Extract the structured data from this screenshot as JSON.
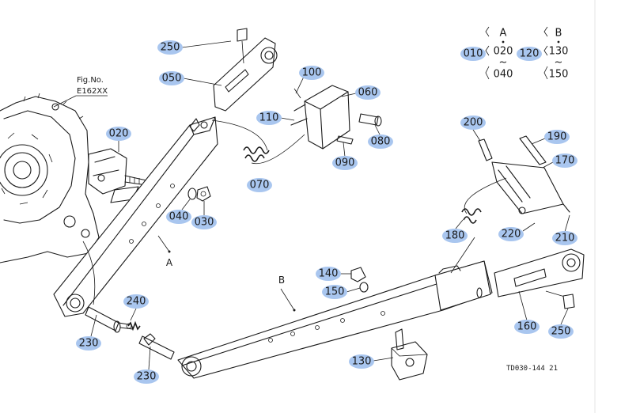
{
  "figure_ref": {
    "line1": "Fig.No.",
    "line2": "E162XX"
  },
  "drawing_code": "TD030-144 21",
  "assembly_labels": {
    "a": "A",
    "b": "B"
  },
  "callout_color": "#a9c6ef",
  "callouts": [
    {
      "id": "250a",
      "text": "250"
    },
    {
      "id": "050",
      "text": "050"
    },
    {
      "id": "100",
      "text": "100"
    },
    {
      "id": "060",
      "text": "060"
    },
    {
      "id": "110",
      "text": "110"
    },
    {
      "id": "020",
      "text": "020"
    },
    {
      "id": "080",
      "text": "080"
    },
    {
      "id": "070",
      "text": "070"
    },
    {
      "id": "090",
      "text": "090"
    },
    {
      "id": "040",
      "text": "040"
    },
    {
      "id": "030",
      "text": "030"
    },
    {
      "id": "010",
      "text": "010"
    },
    {
      "id": "120",
      "text": "120"
    },
    {
      "id": "200",
      "text": "200"
    },
    {
      "id": "190",
      "text": "190"
    },
    {
      "id": "170",
      "text": "170"
    },
    {
      "id": "180",
      "text": "180"
    },
    {
      "id": "220",
      "text": "220"
    },
    {
      "id": "210",
      "text": "210"
    },
    {
      "id": "140",
      "text": "140"
    },
    {
      "id": "150",
      "text": "150"
    },
    {
      "id": "240",
      "text": "240"
    },
    {
      "id": "230a",
      "text": "230"
    },
    {
      "id": "230b",
      "text": "230"
    },
    {
      "id": "130",
      "text": "130"
    },
    {
      "id": "160",
      "text": "160"
    },
    {
      "id": "250b",
      "text": "250"
    }
  ],
  "legend": {
    "group_a": {
      "label": "A",
      "top": "020",
      "tilde": "~",
      "bottom": "040"
    },
    "group_b": {
      "label": "B",
      "top": "130",
      "tilde": "~",
      "bottom": "150"
    }
  }
}
